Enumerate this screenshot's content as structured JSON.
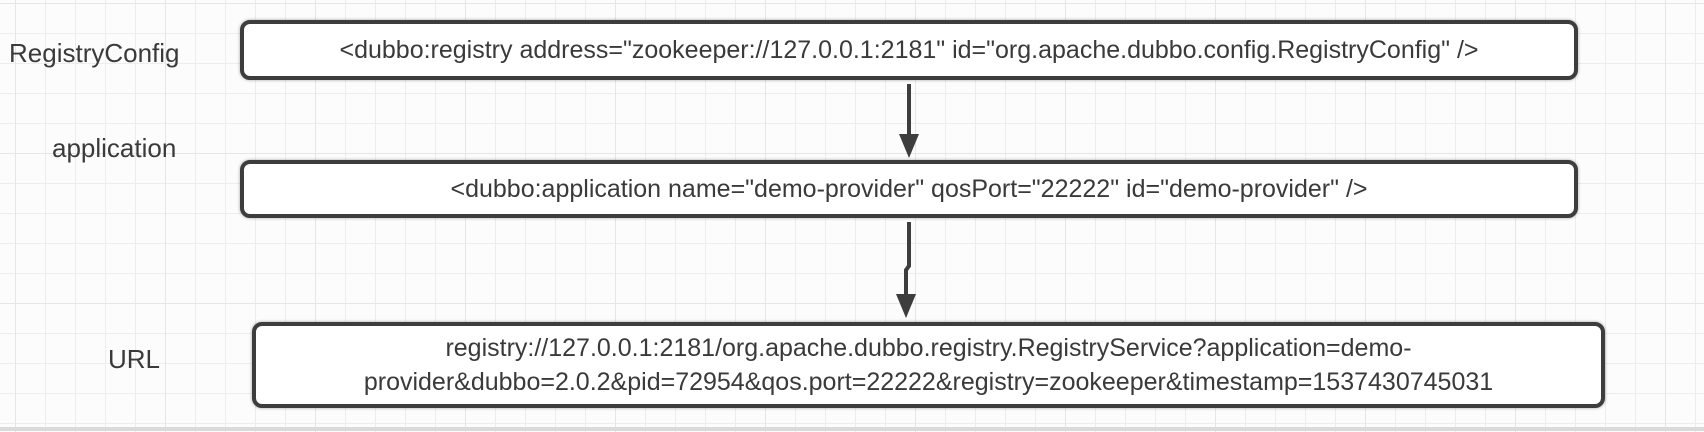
{
  "diagram": {
    "title": "dubbo provider config to registry URL flow",
    "colors": {
      "node_border": "#3d3d3d",
      "node_fill": "#ffffff",
      "text": "#3a3a3a",
      "arrow": "#3d3d3d",
      "grid_line": "#e6e6e6",
      "page_background": "#fcfcfc"
    },
    "labels": [
      {
        "id": "registry-config",
        "text": "RegistryConfig"
      },
      {
        "id": "application",
        "text": "application"
      },
      {
        "id": "url",
        "text": "URL"
      }
    ],
    "nodes": [
      {
        "id": "registry-config-node",
        "text": "<dubbo:registry address=\"zookeeper://127.0.0.1:2181\" id=\"org.apache.dubbo.config.RegistryConfig\" />"
      },
      {
        "id": "application-node",
        "text": "<dubbo:application name=\"demo-provider\" qosPort=\"22222\" id=\"demo-provider\" />"
      },
      {
        "id": "url-node",
        "full_text": "registry://127.0.0.1:2181/org.apache.dubbo.registry.RegistryService?application=demo-provider&dubbo=2.0.2&pid=72954&qos.port=22222&registry=zookeeper&timestamp=1537430745031",
        "lines": [
          "registry://127.0.0.1:2181/org.apache.dubbo.registry.RegistryService?application=demo-",
          "provider&dubbo=2.0.2&pid=72954&qos.port=22222&registry=zookeeper&timestamp=1537430745031"
        ]
      }
    ],
    "connectors": [
      {
        "id": "registry-to-application",
        "direction": "down"
      },
      {
        "id": "application-to-url",
        "direction": "down"
      }
    ]
  }
}
